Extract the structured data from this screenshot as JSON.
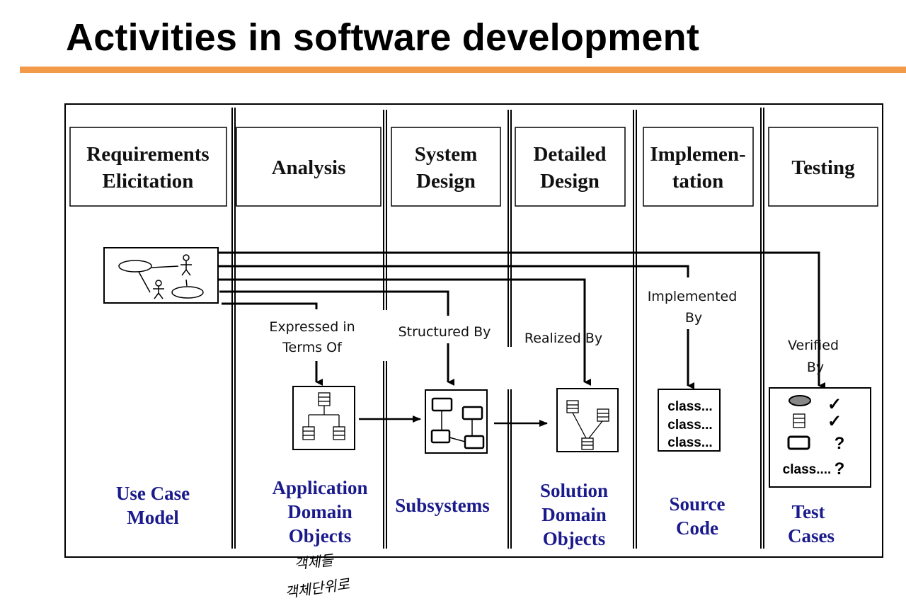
{
  "title": "Activities in software development",
  "colors": {
    "accent_rule": "#f2994a",
    "product_text": "#1a1a8c"
  },
  "activities": [
    {
      "line1": "Requirements",
      "line2": "Elicitation"
    },
    {
      "line1": "Analysis",
      "line2": ""
    },
    {
      "line1": "System",
      "line2": "Design"
    },
    {
      "line1": "Detailed",
      "line2": "Design"
    },
    {
      "line1": "Implemen-",
      "line2": "tation"
    },
    {
      "line1": "Testing",
      "line2": ""
    }
  ],
  "relations": [
    {
      "line1": "Expressed in",
      "line2": "Terms Of"
    },
    {
      "line1": "Structured By",
      "line2": ""
    },
    {
      "line1": "Realized By",
      "line2": ""
    },
    {
      "line1": "Implemented",
      "line2": "By"
    },
    {
      "line1": "Verified",
      "line2": "By"
    }
  ],
  "products": [
    {
      "lines": [
        "Use Case",
        "Model"
      ]
    },
    {
      "lines": [
        "Application",
        "Domain",
        "Objects"
      ]
    },
    {
      "lines": [
        "Subsystems"
      ]
    },
    {
      "lines": [
        "Solution",
        "Domain",
        "Objects"
      ]
    },
    {
      "lines": [
        "Source",
        "Code"
      ]
    },
    {
      "lines": [
        "Test",
        "Cases"
      ]
    }
  ],
  "source_code_box": [
    "class...",
    "class...",
    "class..."
  ],
  "test_box": {
    "check1": "✓",
    "check2": "✓",
    "q1": "?",
    "class_line": "class....",
    "q2": "?"
  },
  "handwriting": [
    "객체들",
    "객체단위로"
  ]
}
